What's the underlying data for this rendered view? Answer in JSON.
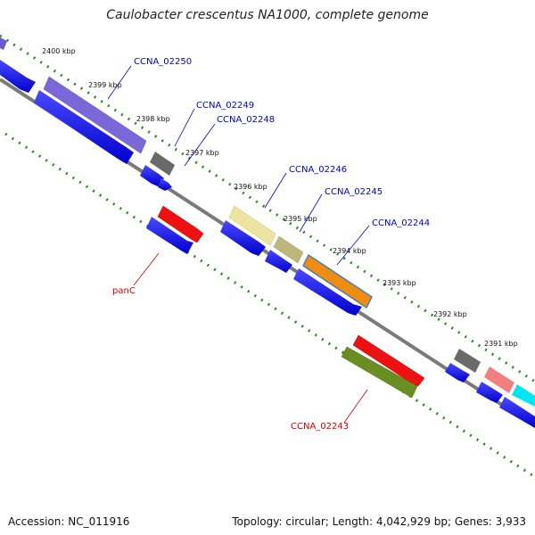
{
  "title": "Caulobacter crescentus NA1000, complete genome",
  "accession": "Accession: NC_011916",
  "topology": "Topology: circular; Length: 4,042,929 bp; Genes: 3,933",
  "colors": {
    "label_blue": "#0000cc",
    "label_red": "#cc0000",
    "backbone": "#888888",
    "tick": "#2e8b22"
  },
  "kbp_ticks": [
    "2400 kbp",
    "2399 kbp",
    "2398 kbp",
    "2397 kbp",
    "2396 kbp",
    "2395 kbp",
    "2394 kbp",
    "2393 kbp",
    "2392 kbp",
    "2391 kbp"
  ],
  "gene_labels": {
    "ccna_02250": "CCNA_02250",
    "ccna_02249": "CCNA_02249",
    "ccna_02248": "CCNA_02248",
    "ccna_02246": "CCNA_02246",
    "ccna_02245": "CCNA_02245",
    "ccna_02244": "CCNA_02244",
    "panc": "panC",
    "ccna_02243": "CCNA_02243"
  }
}
